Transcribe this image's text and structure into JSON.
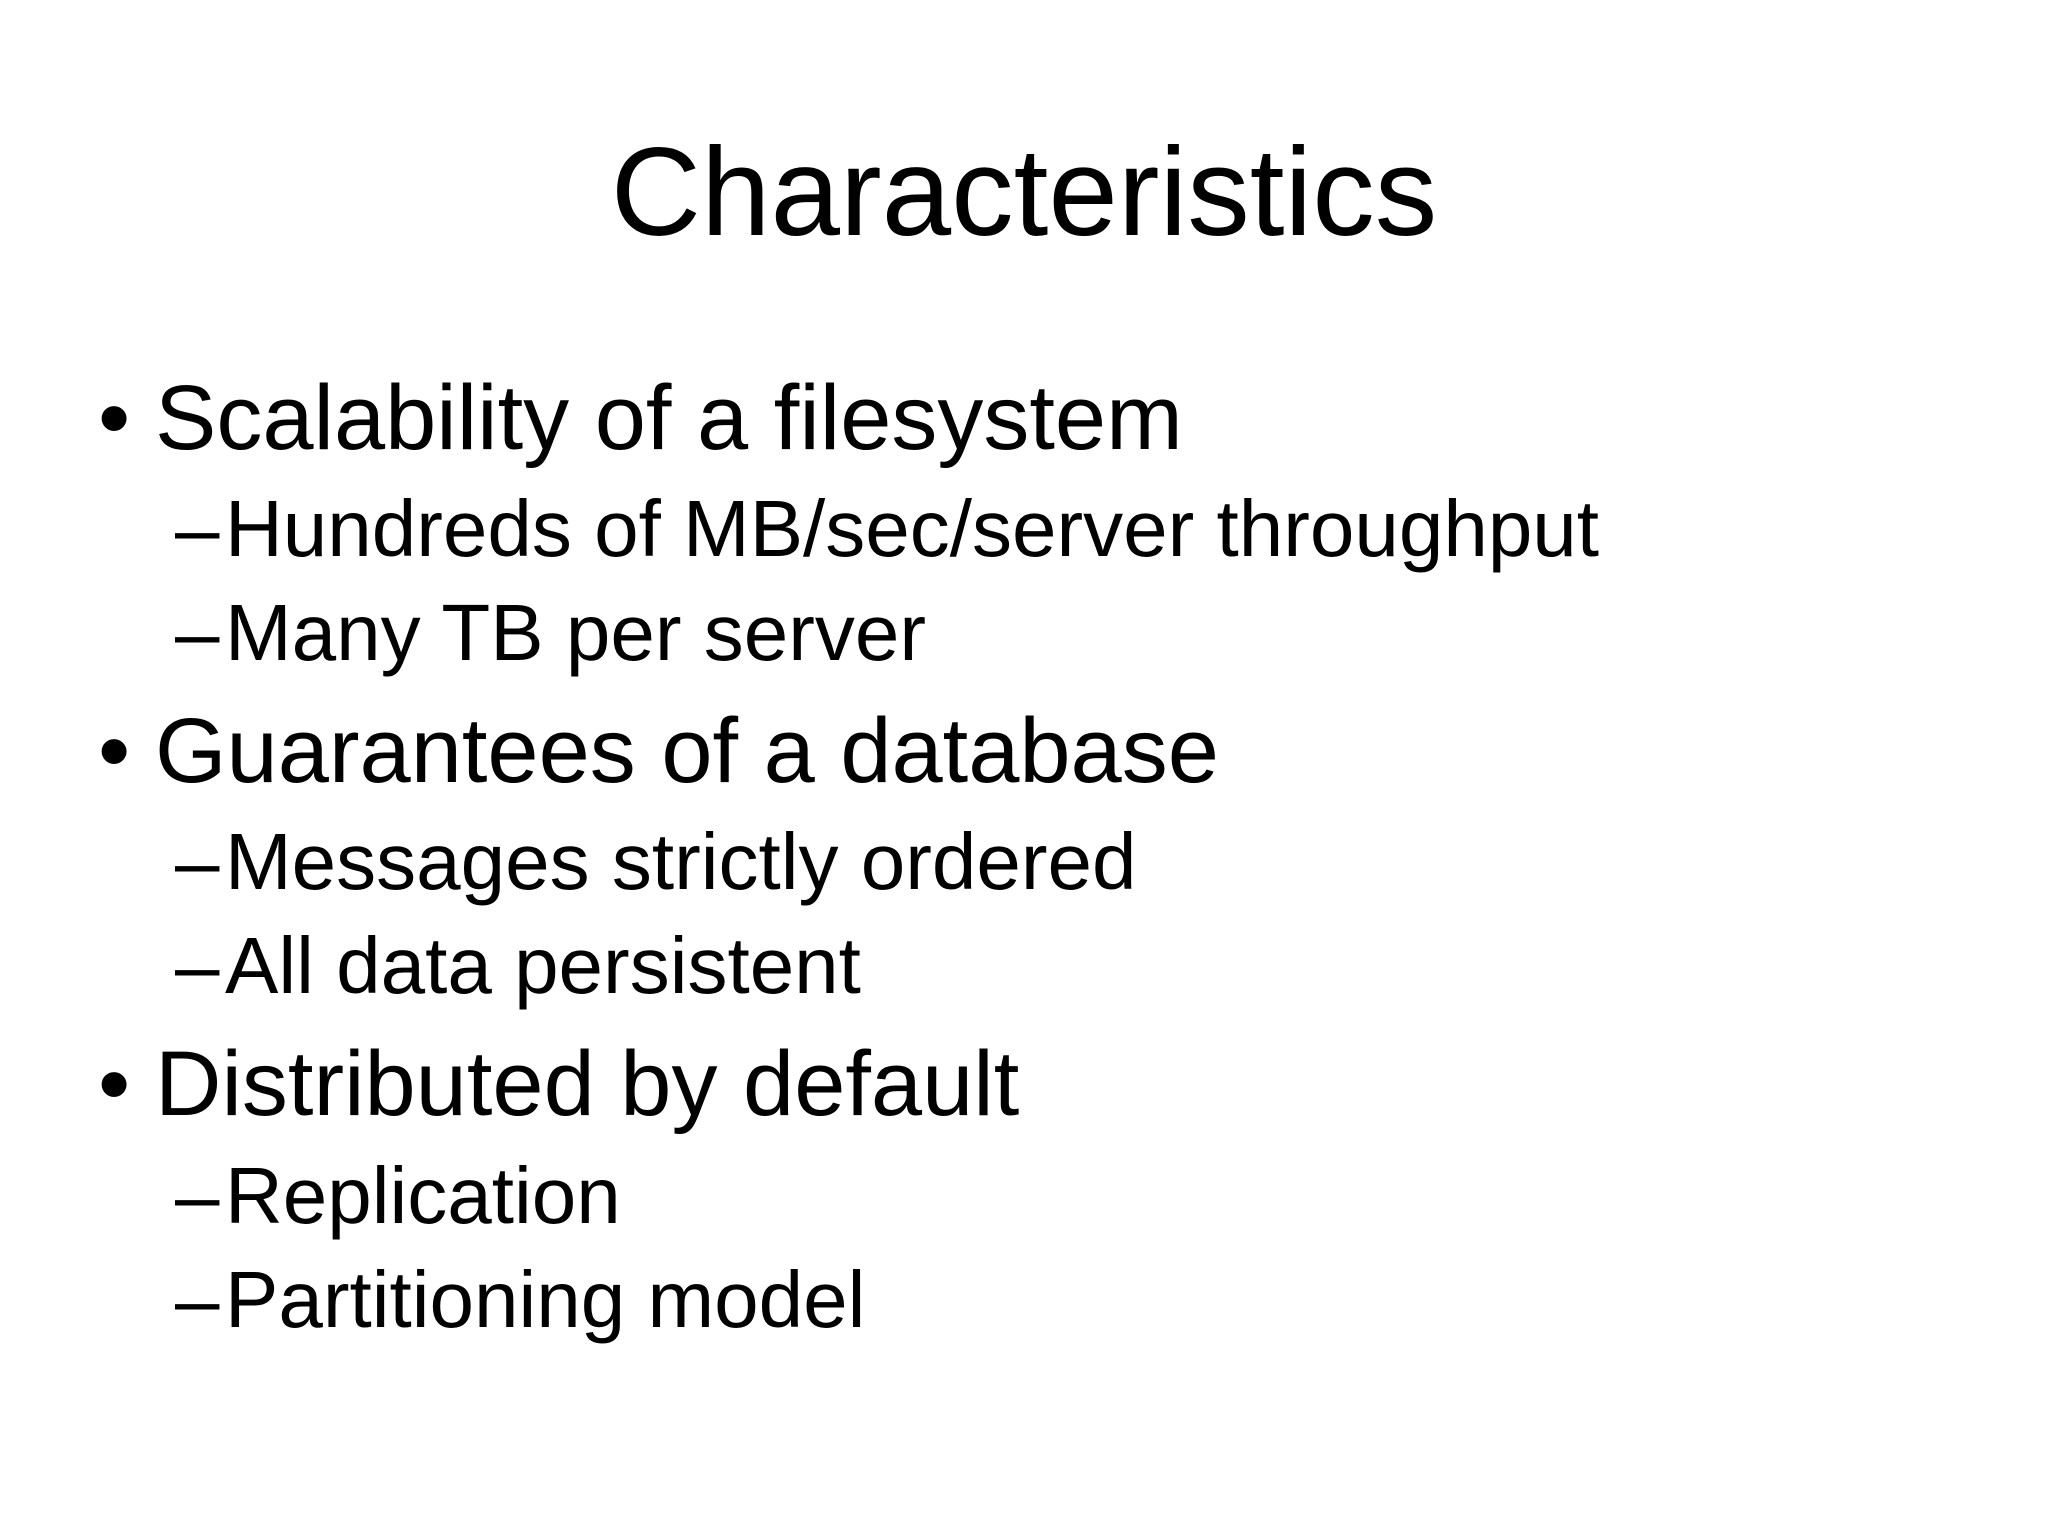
{
  "slide": {
    "title": "Characteristics",
    "bullet_glyphs": {
      "level1": "•",
      "level2": "–"
    },
    "colors": {
      "background": "#ffffff",
      "text": "#000000"
    },
    "bullets": [
      {
        "label": "Scalability of a filesystem",
        "sub": [
          "Hundreds of MB/sec/server throughput",
          "Many TB per server"
        ]
      },
      {
        "label": "Guarantees of a database",
        "sub": [
          "Messages strictly ordered",
          "All data persistent"
        ]
      },
      {
        "label": "Distributed by default",
        "sub": [
          "Replication",
          "Partitioning model"
        ]
      }
    ]
  }
}
